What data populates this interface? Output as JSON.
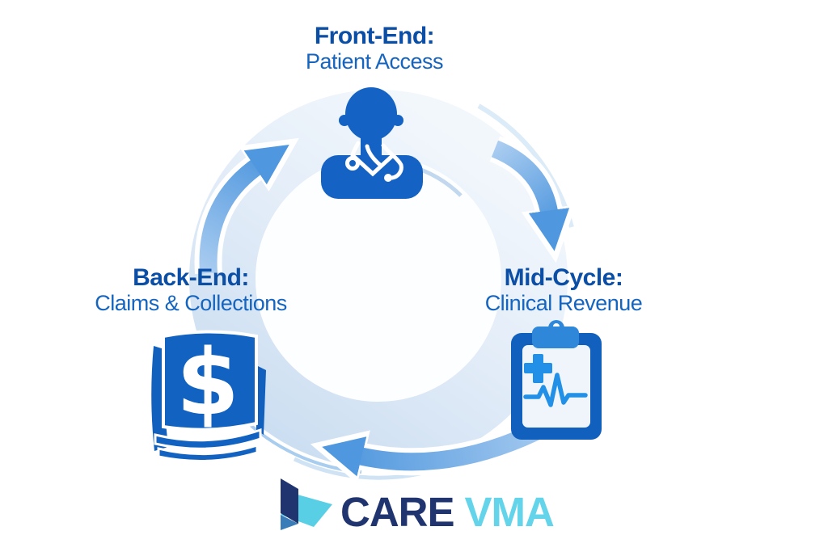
{
  "diagram": {
    "type": "cycle",
    "direction": "clockwise",
    "stages": [
      {
        "title": "Front-End:",
        "subtitle": "Patient Access",
        "icon": "doctor-icon",
        "position": "top"
      },
      {
        "title": "Mid-Cycle:",
        "subtitle": "Clinical Revenue",
        "icon": "medical-clipboard-icon",
        "position": "right"
      },
      {
        "title": "Back-End:",
        "subtitle": "Claims & Collections",
        "icon": "dollar-pages-icon",
        "position": "left"
      }
    ]
  },
  "icons": {
    "dollar_glyph": "$"
  },
  "logo": {
    "primary": "CARE",
    "secondary": "VMA"
  },
  "colors": {
    "stage_title": "#0b4ea6",
    "stage_subtitle": "#1565c0",
    "icon_primary": "#1463c4",
    "icon_accent": "#2190e6",
    "clip_blue": "#2f87d9",
    "arrow_head": "#4f97de",
    "arrow_tail": "#a9ccf0",
    "ring_dark": "#c8dcf0",
    "ring_light": "#f2f7fc",
    "logo_navy": "#20356f",
    "logo_cyan": "#63d4ea"
  }
}
